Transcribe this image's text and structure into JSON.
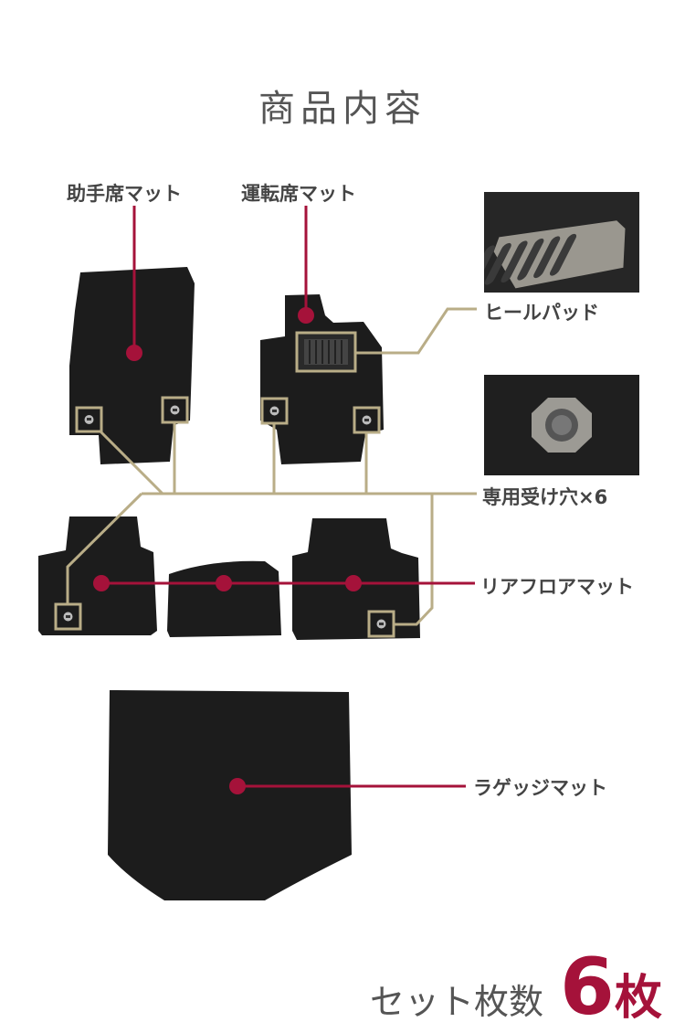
{
  "title": "商品内容",
  "labels": {
    "passenger_mat": "助手席マット",
    "driver_mat": "運転席マット",
    "heel_pad": "ヒールパッド",
    "fastener_holes": "専用受け穴×6",
    "rear_floor_mat": "リアフロアマット",
    "luggage_mat": "ラゲッジマット"
  },
  "footer": {
    "set_count_label": "セット枚数",
    "count": "6",
    "unit": "枚"
  },
  "colors": {
    "accent": "#a5123a",
    "callout": "#b9ad87",
    "mat": "#1c1c1c"
  }
}
